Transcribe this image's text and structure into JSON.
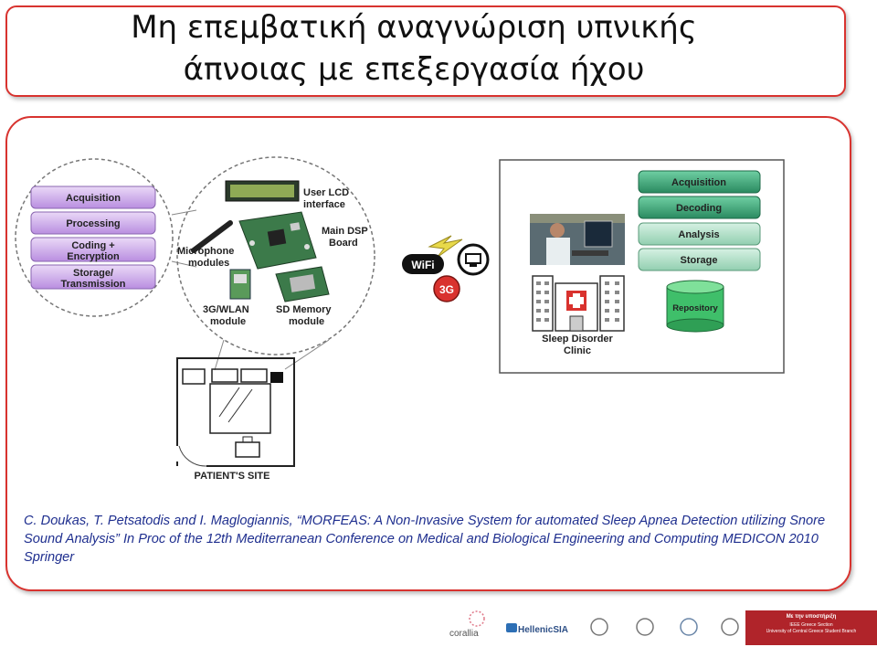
{
  "title": {
    "line1": "Μη επεμβατική αναγνώριση υπνικής",
    "line2": "άπνοιας με επεξεργασία ήχου"
  },
  "left_stack": [
    "Acquisition",
    "Processing",
    "Coding + Encryption",
    "Storage/ Transmission"
  ],
  "device_labels": {
    "lcd": "User LCD interface",
    "microphone": "Microphone modules",
    "dsp": "Main DSP Board",
    "wlan": "3G/WLAN module",
    "sd": "SD Memory module"
  },
  "wireless": {
    "wifi": "WiFi",
    "three_g": "3G"
  },
  "clinic": {
    "stack": [
      "Acquisition",
      "Decoding",
      "Analysis",
      "Storage"
    ],
    "repository": "Repository",
    "label": "Sleep Disorder Clinic"
  },
  "patient_site": "PATIENT'S SITE",
  "citation": "C. Doukas, T. Petsatodis and I. Maglogiannis, “MORFEAS: A Non-Invasive System for automated Sleep Apnea Detection utilizing Snore Sound Analysis” In Proc of the 12th Mediterranean Conference on Medical and Biological Engineering and Computing MEDICON 2010 Springer",
  "footer": {
    "logo1": "corallia",
    "logo2": "HellenicSIA",
    "bar_line1": "Με την υποστήριξη",
    "bar_line2": "IEEE Greece Section",
    "bar_line3": "University of Central Greece Student Branch"
  },
  "colors": {
    "purple": "#c9a8e6",
    "green": "#3fa77e",
    "red_border": "#d8332f",
    "citation_blue": "#1f2f8f",
    "footer_red": "#b0242a"
  }
}
